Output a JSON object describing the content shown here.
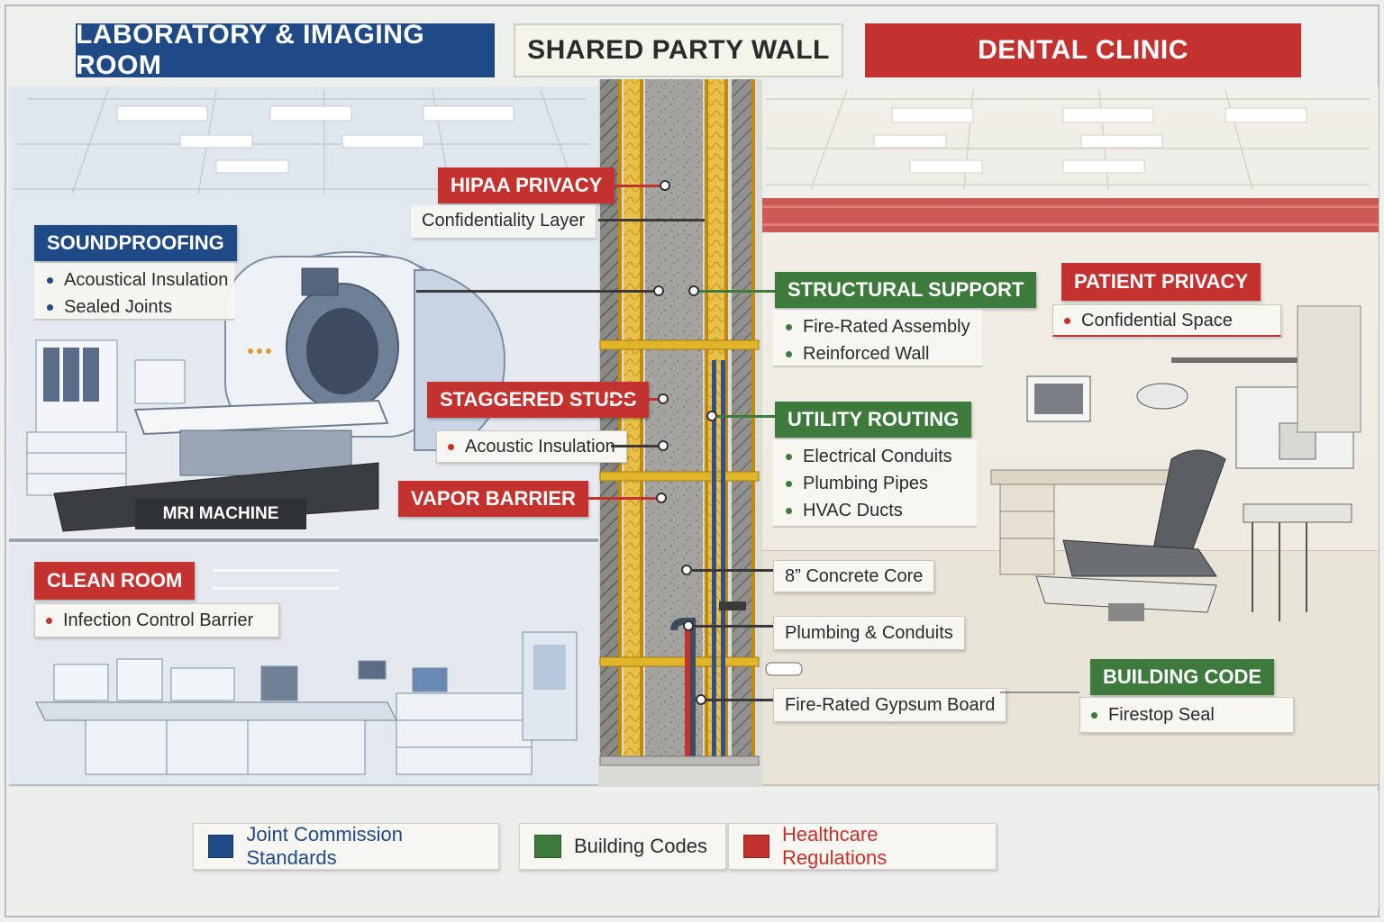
{
  "headers": {
    "left": "LABORATORY & IMAGING ROOM",
    "center": "SHARED PARTY WALL",
    "right": "DENTAL CLINIC"
  },
  "left_callouts": {
    "hipaa": {
      "title": "HIPAA PRIVACY",
      "note": "Confidentiality Layer"
    },
    "soundproofing": {
      "title": "SOUNDPROOFING",
      "items": [
        "Acoustical Insulation",
        "Sealed Joints"
      ]
    },
    "staggered": {
      "title": "STAGGERED STUDS",
      "item": "Acoustic Insulation"
    },
    "vapor": {
      "title": "VAPOR BARRIER"
    },
    "mri": "MRI MACHINE",
    "clean_room": {
      "title": "CLEAN ROOM",
      "item": "Infection Control Barrier"
    }
  },
  "right_callouts": {
    "structural": {
      "title": "STRUCTURAL SUPPORT",
      "items": [
        "Fire-Rated Assembly",
        "Reinforced Wall"
      ]
    },
    "patient_privacy": {
      "title": "PATIENT PRIVACY",
      "item": "Confidential Space"
    },
    "utility": {
      "title": "UTILITY ROUTING",
      "items": [
        "Electrical Conduits",
        "Plumbing Pipes",
        "HVAC Ducts"
      ]
    },
    "concrete": "8” Concrete Core",
    "plumbing": "Plumbing & Conduits",
    "gypsum": "Fire-Rated Gypsum Board",
    "building_code": {
      "title": "BUILDING CODE",
      "item": "Firestop Seal"
    }
  },
  "legend": [
    {
      "label": "Joint Commission Standards",
      "color": "#1f4a86"
    },
    {
      "label": "Building Codes",
      "color": "#3d7a3c"
    },
    {
      "label": "Healthcare Regulations",
      "color": "#c4322f"
    }
  ],
  "colors": {
    "blue": "#1f4a86",
    "green": "#3d7a3c",
    "red": "#c4322f",
    "stud_yellow": "#e0b52a"
  }
}
